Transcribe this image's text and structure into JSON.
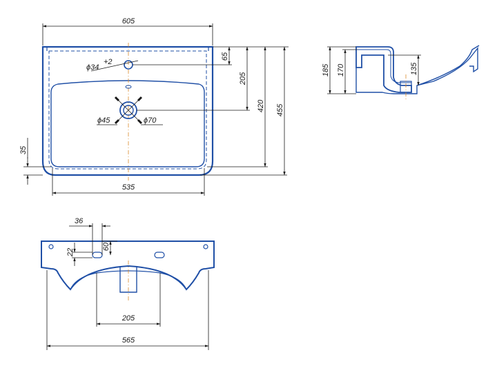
{
  "drawing": {
    "colors": {
      "outline": "#1f4fa6",
      "dimension": "#1a1a1a",
      "axis": "#d9892b"
    },
    "top_view": {
      "width": "605",
      "tap_hole_diameter": "ϕ34",
      "tap_hole_tolerance": "+2",
      "tap_hole_offset": "65",
      "drain_offset": "205",
      "depth_inner": "420",
      "depth_total": "455",
      "front_gap": "35",
      "bowl_width": "535",
      "drain_inner_diameter": "ϕ45",
      "drain_outer_diameter": "ϕ70"
    },
    "side_view": {
      "height_total": "185",
      "height_bowl": "170",
      "drain_height": "135"
    },
    "rear_view": {
      "hole_spacing": "36",
      "hole_height": "22",
      "hole_depth": "60",
      "drain_width": "205",
      "base_width": "565"
    }
  }
}
